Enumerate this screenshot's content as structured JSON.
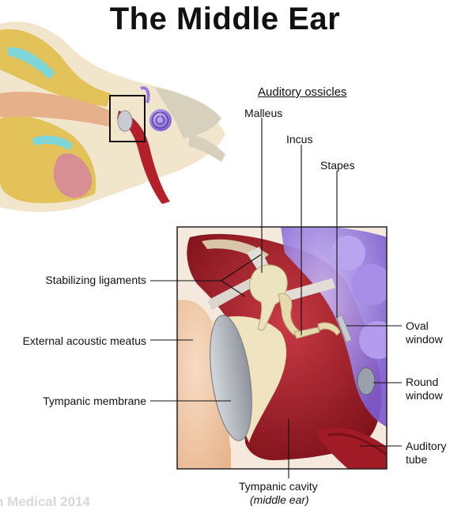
{
  "title": "The Middle Ear",
  "group_heading": "Auditory ossicles",
  "labels": {
    "malleus": "Malleus",
    "incus": "Incus",
    "stapes": "Stapes",
    "stabilizing_ligaments": "Stabilizing ligaments",
    "external_acoustic_meatus": "External acoustic meatus",
    "tympanic_membrane": "Tympanic membrane",
    "oval_window_line1": "Oval",
    "oval_window_line2": "window",
    "round_window_line1": "Round",
    "round_window_line2": "window",
    "auditory_tube_line1": "Auditory",
    "auditory_tube_line2": "tube",
    "tympanic_cavity_line1": "Tympanic cavity",
    "tympanic_cavity_line2": "(middle ear)"
  },
  "watermark": "n Medical 2014",
  "colors": {
    "tissue_red": "#b3202c",
    "tissue_dark_red": "#7e1119",
    "bone_yellow": "#e6c870",
    "skin": "#f2c7a4",
    "cochlea_purple": "#9a7ae0",
    "membrane_grey": "#aeb3bd",
    "ossicle_cream": "#ece3bf"
  }
}
